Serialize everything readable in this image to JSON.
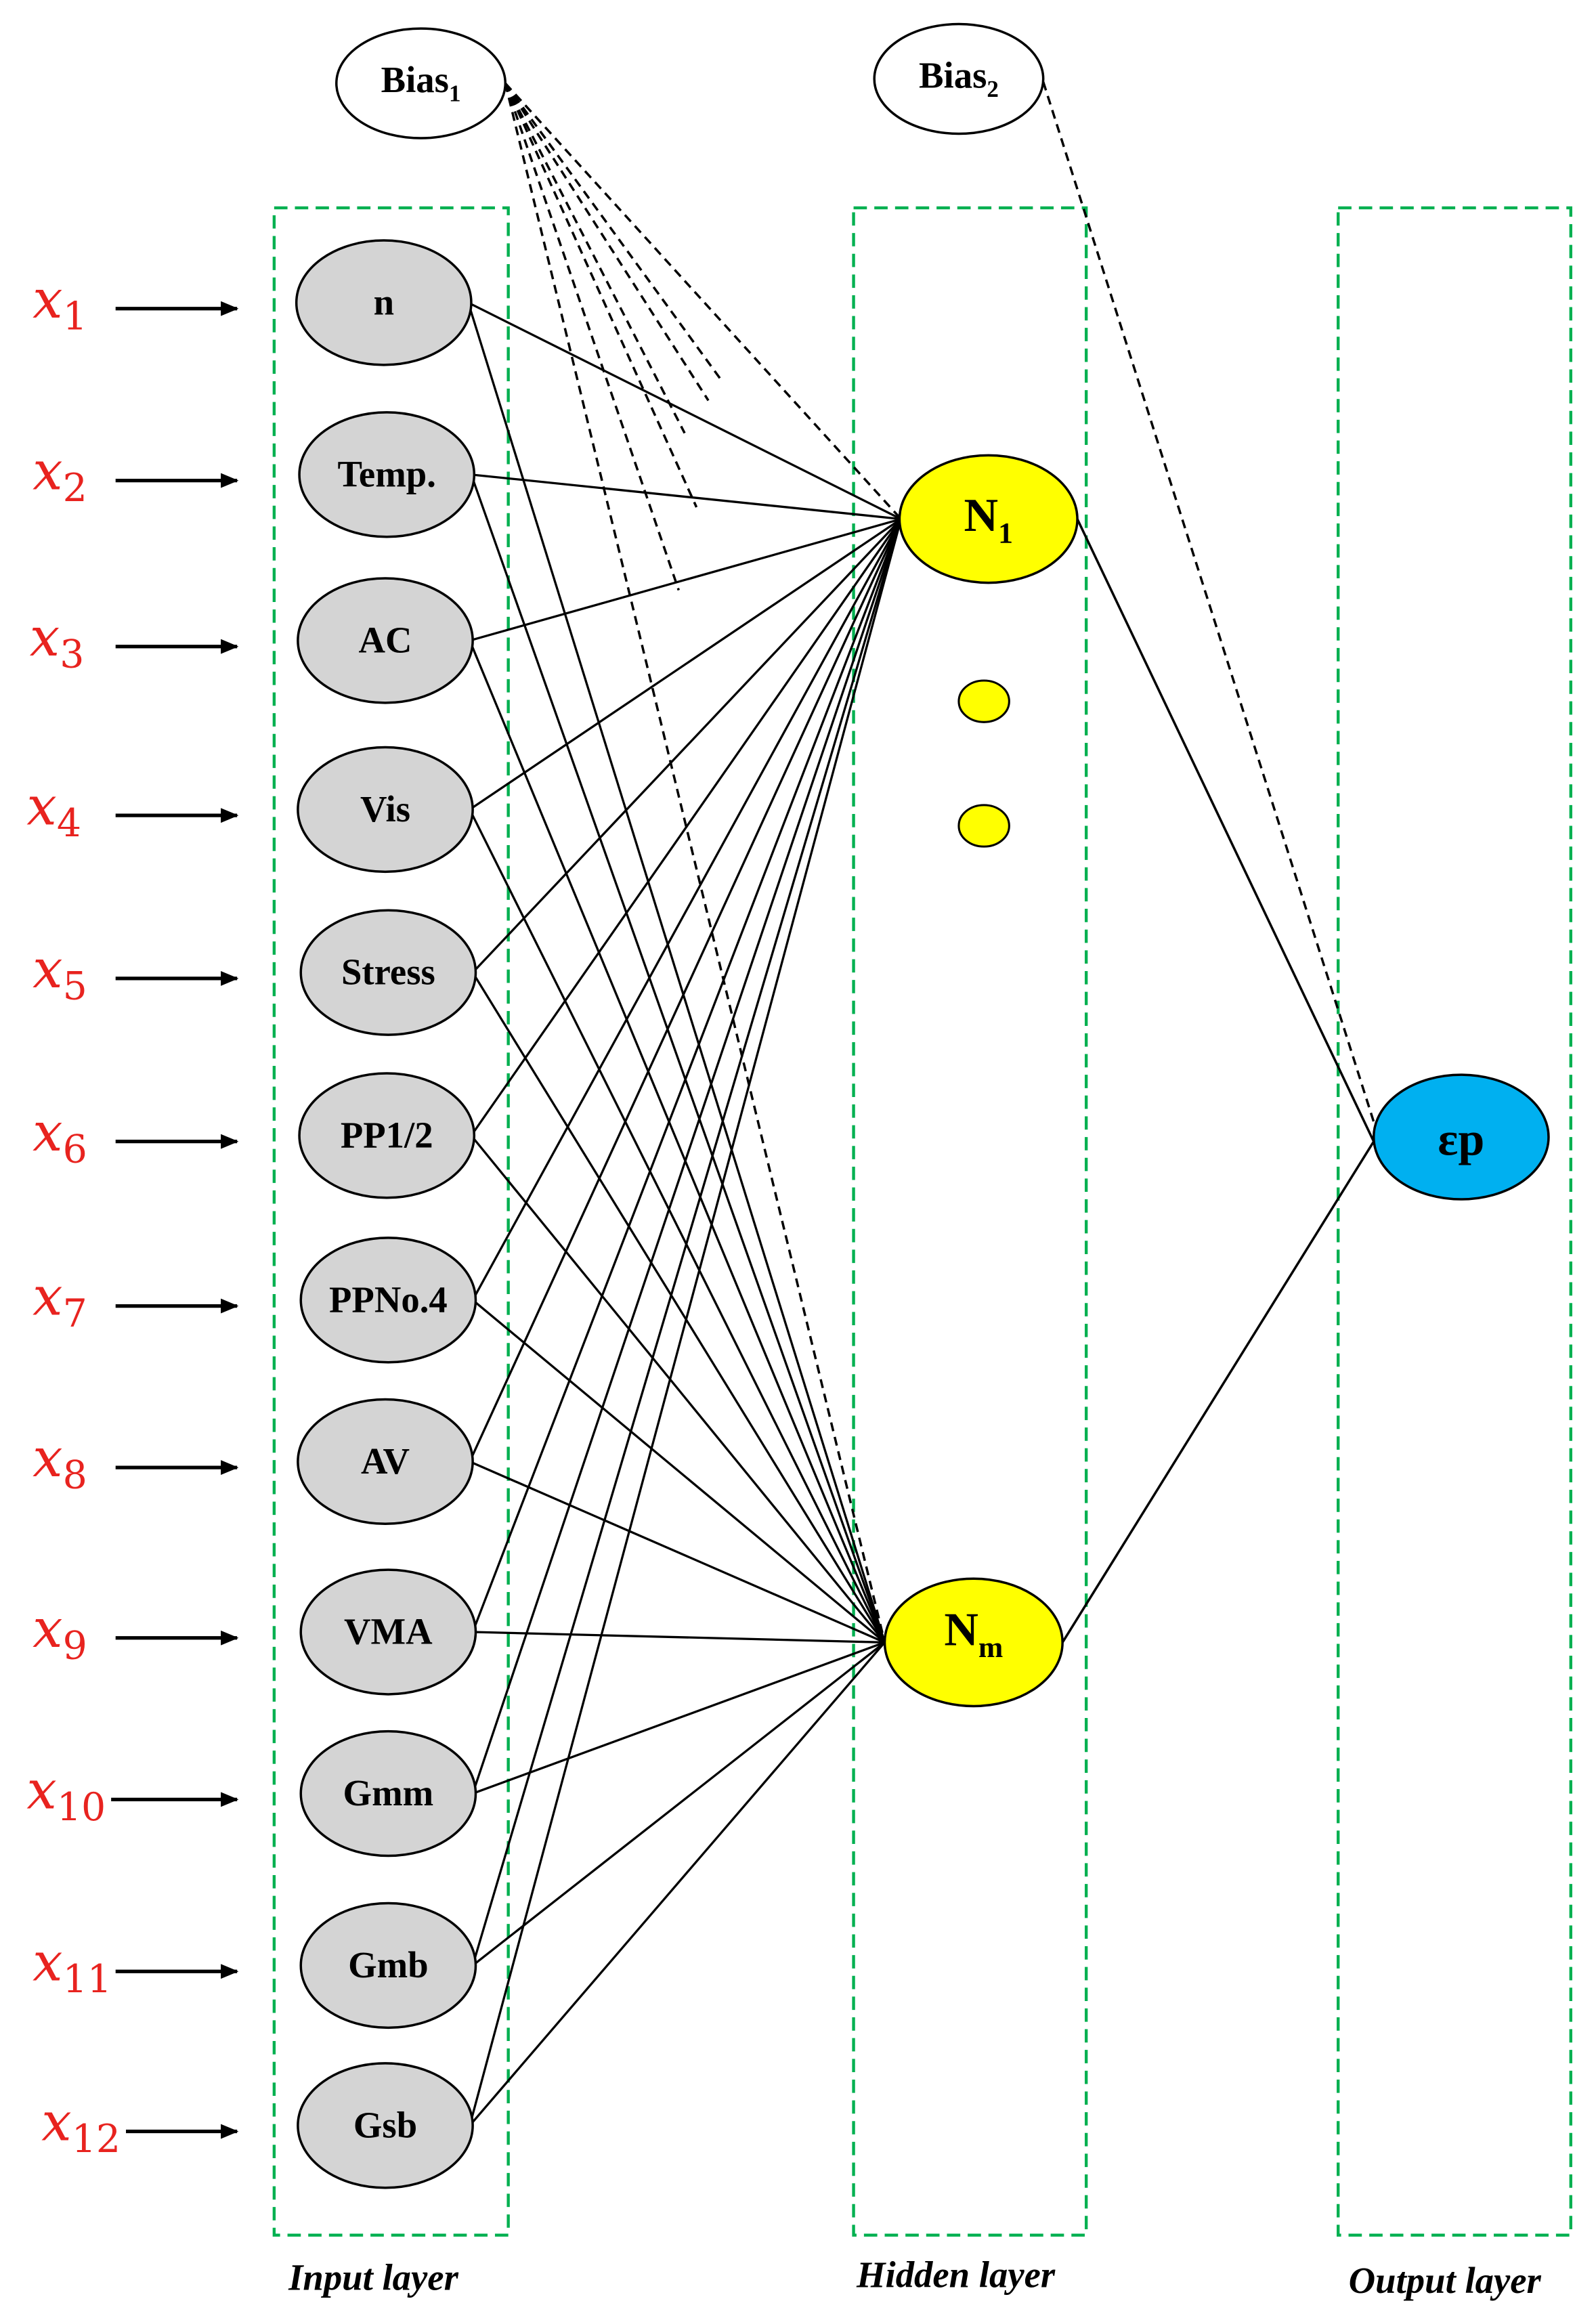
{
  "colors": {
    "input_node_fill": "#d4d4d4",
    "hidden_node_fill": "#ffff00",
    "output_node_fill": "#00b0f0",
    "layer_box_stroke": "#00b050",
    "input_label_color": "#e8231f"
  },
  "bias": [
    {
      "id": "bias1",
      "text": "Bias",
      "sub": "1"
    },
    {
      "id": "bias2",
      "text": "Bias",
      "sub": "2"
    }
  ],
  "inputs": [
    {
      "label": "n",
      "var": "x",
      "sub": "1"
    },
    {
      "label": "Temp.",
      "var": "x",
      "sub": "2"
    },
    {
      "label": "AC",
      "var": "x",
      "sub": "3"
    },
    {
      "label": "Vis",
      "var": "x",
      "sub": "4"
    },
    {
      "label": "Stress",
      "var": "x",
      "sub": "5"
    },
    {
      "label": "PP1/2",
      "var": "x",
      "sub": "6"
    },
    {
      "label": "PPNo.4",
      "var": "x",
      "sub": "7"
    },
    {
      "label": "AV",
      "var": "x",
      "sub": "8"
    },
    {
      "label": "VMA",
      "var": "x",
      "sub": "9"
    },
    {
      "label": "Gmm",
      "var": "x",
      "sub": "10"
    },
    {
      "label": "Gmb",
      "var": "x",
      "sub": "11"
    },
    {
      "label": "Gsb",
      "var": "x",
      "sub": "12"
    }
  ],
  "hidden": [
    {
      "id": "n1",
      "text": "N",
      "sub": "1"
    },
    {
      "id": "nm",
      "text": "N",
      "sub": "m"
    }
  ],
  "output": {
    "text": "εp"
  },
  "layers": {
    "input": "Input layer",
    "hidden": "Hidden layer",
    "output": "Output layer"
  }
}
